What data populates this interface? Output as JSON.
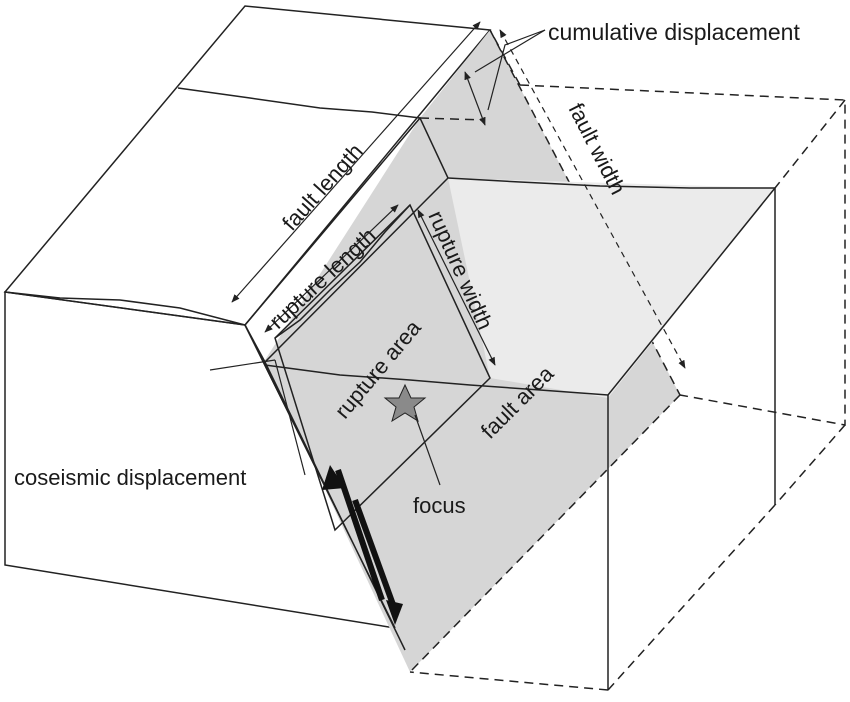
{
  "labels": {
    "cumulative_displacement": "cumulative displacement",
    "fault_width": "fault width",
    "fault_length": "fault length",
    "rupture_length": "rupture length",
    "rupture_width": "rupture width",
    "rupture_area": "rupture area",
    "fault_area": "fault area",
    "coseismic_displacement": "coseismic displacement",
    "focus": "focus"
  },
  "colors": {
    "face_left": "#ececec",
    "face_top": "#e2e2e2",
    "fault_plane": "#d9d9d9",
    "step_face": "#cfcfcf",
    "rupture_hatch": "#555555",
    "star": "#8a8a8a",
    "line": "#222222"
  }
}
